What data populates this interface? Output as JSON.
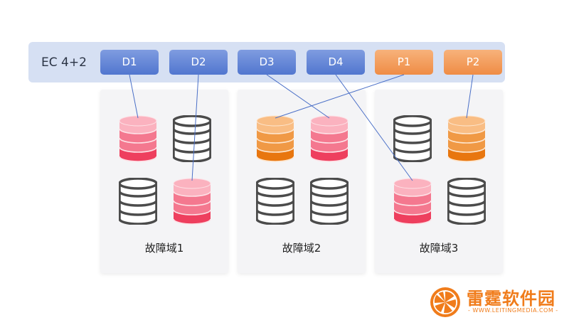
{
  "title": "EC 4+2",
  "blocks": [
    {
      "label": "D1",
      "kind": "data"
    },
    {
      "label": "D2",
      "kind": "data"
    },
    {
      "label": "D3",
      "kind": "data"
    },
    {
      "label": "D4",
      "kind": "data"
    },
    {
      "label": "P1",
      "kind": "parity"
    },
    {
      "label": "P2",
      "kind": "parity"
    }
  ],
  "domains": [
    {
      "label": "故障域1",
      "disks": [
        "pink",
        "gray",
        "gray",
        "pink"
      ]
    },
    {
      "label": "故障域2",
      "disks": [
        "orange",
        "pink",
        "gray",
        "gray"
      ]
    },
    {
      "label": "故障域3",
      "disks": [
        "gray",
        "orange",
        "pink",
        "gray"
      ]
    }
  ],
  "links": [
    {
      "block": "D1",
      "domain": 1,
      "disk": 1
    },
    {
      "block": "D2",
      "domain": 1,
      "disk": 4
    },
    {
      "block": "D3",
      "domain": 2,
      "disk": 2
    },
    {
      "block": "D4",
      "domain": 3,
      "disk": 3
    },
    {
      "block": "P1",
      "domain": 2,
      "disk": 1
    },
    {
      "block": "P2",
      "domain": 3,
      "disk": 2
    }
  ],
  "colors": {
    "data_block": "#5b7fd4",
    "parity_block": "#f19551",
    "link_line": "#4a6fc7",
    "disk_pink": "#f0506b",
    "disk_orange": "#ec7d1c",
    "disk_gray": "#4a4a4a"
  },
  "logo": {
    "name": "雷霆软件园",
    "url": "- WWW.LEITINGMEDIA.COM -",
    "icon": "orange-slice-icon"
  }
}
